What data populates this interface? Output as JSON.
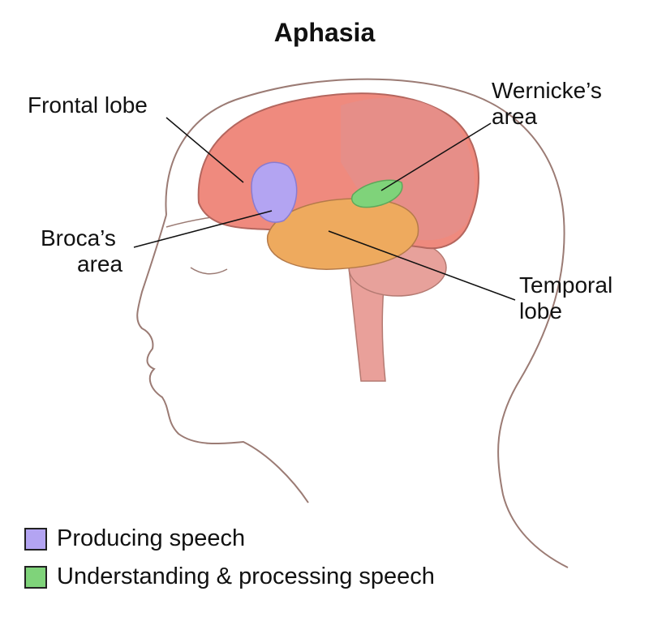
{
  "title": "Aphasia",
  "labels": {
    "frontal_lobe": "Frontal lobe",
    "wernicke_1": "Wernicke’s",
    "wernicke_2": "area",
    "broca_1": "Broca’s",
    "broca_2": "area",
    "temporal_1": "Temporal",
    "temporal_2": "lobe"
  },
  "legend": [
    {
      "label": "Producing speech",
      "color": "#b3a4f2"
    },
    {
      "label": "Understanding & processing speech",
      "color": "#7fd37a"
    }
  ],
  "colors": {
    "frontal": "#ef8a7e",
    "parietal": "#e48e8a",
    "temporal": "#eeaa5e",
    "broca": "#b3a4f2",
    "wernicke": "#7fd37a",
    "outline": "#9b7b74"
  }
}
